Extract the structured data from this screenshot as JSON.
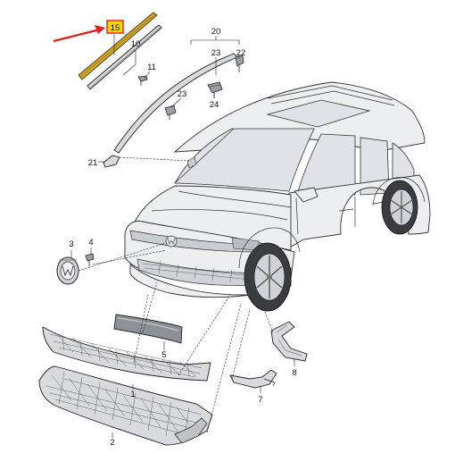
{
  "callouts": {
    "p1": "1",
    "p2": "2",
    "p3": "3",
    "p4": "4",
    "p5": "5",
    "p7": "7",
    "p8": "8",
    "p10": "10",
    "p11": "11",
    "p15": "15",
    "p20": "20",
    "p21": "21",
    "p22": "22",
    "p23a": "23",
    "p23b": "23",
    "p24": "24"
  },
  "colors": {
    "highlight_box": "#ffd400",
    "highlight_border": "#e0201c",
    "pointer_arrow": "#e0201c",
    "highlighted_part": "#d4a82a"
  }
}
